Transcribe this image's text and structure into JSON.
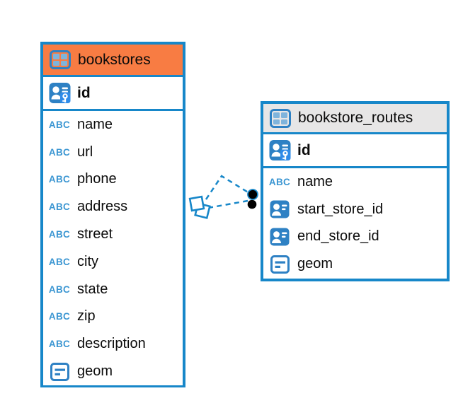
{
  "diagram": {
    "type": "entity-relationship",
    "abc_icon_text": "ABC",
    "colors": {
      "background": "#ffffff",
      "table_border": "#1787c9",
      "bookstores_header": "#f87c43",
      "bookstore_routes_header": "#e7e6e6",
      "icon_blue": "#2e81c4",
      "icon_key_badge_blue": "#2f8be8",
      "icon_cell_light_blue": "#7fb4dc",
      "abc_text_blue": "#3b96d2",
      "text": "#0b0b0b",
      "connector": "#1787c9",
      "connector_endpoint": "#000000"
    },
    "tables": [
      {
        "name": "bookstores",
        "header_icon": "table-icon",
        "primary_key": {
          "label": "id",
          "icon": "person-key-icon"
        },
        "columns": [
          {
            "label": "name",
            "icon": "text-abc-icon"
          },
          {
            "label": "url",
            "icon": "text-abc-icon"
          },
          {
            "label": "phone",
            "icon": "text-abc-icon"
          },
          {
            "label": "address",
            "icon": "text-abc-icon"
          },
          {
            "label": "street",
            "icon": "text-abc-icon"
          },
          {
            "label": "city",
            "icon": "text-abc-icon"
          },
          {
            "label": "state",
            "icon": "text-abc-icon"
          },
          {
            "label": "zip",
            "icon": "text-abc-icon"
          },
          {
            "label": "description",
            "icon": "text-abc-icon"
          },
          {
            "label": "geom",
            "icon": "geometry-icon"
          }
        ]
      },
      {
        "name": "bookstore_routes",
        "header_icon": "table-icon",
        "primary_key": {
          "label": "id",
          "icon": "person-key-icon"
        },
        "columns": [
          {
            "label": "name",
            "icon": "text-abc-icon"
          },
          {
            "label": "start_store_id",
            "icon": "person-badge-icon"
          },
          {
            "label": "end_store_id",
            "icon": "person-badge-icon"
          },
          {
            "label": "geom",
            "icon": "geometry-icon"
          }
        ]
      }
    ],
    "relationship": {
      "style": "dashed",
      "line_count": 2,
      "diamond_marker_side": "bookstores",
      "dot_marker_side": "bookstore_routes"
    }
  }
}
